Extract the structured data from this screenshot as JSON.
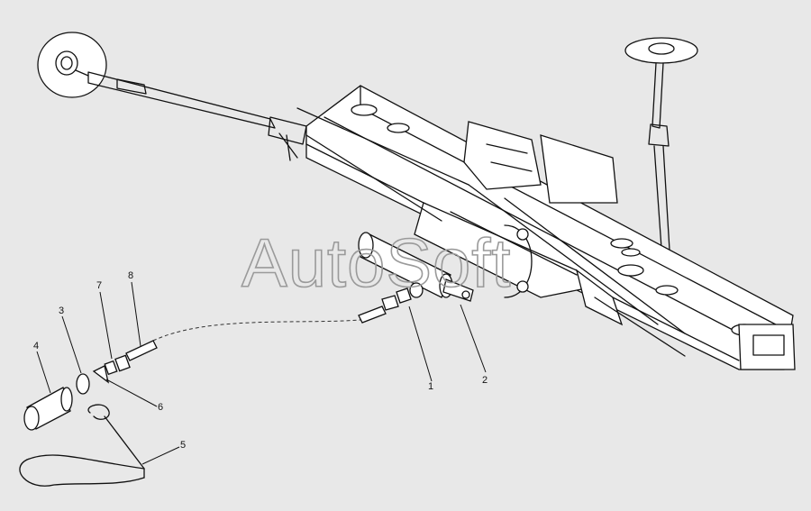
{
  "watermark": "AutoSoft",
  "callouts": [
    {
      "label": "1"
    },
    {
      "label": "2"
    },
    {
      "label": "3"
    },
    {
      "label": "4"
    },
    {
      "label": "5"
    },
    {
      "label": "6"
    },
    {
      "label": "7"
    },
    {
      "label": "8"
    }
  ]
}
